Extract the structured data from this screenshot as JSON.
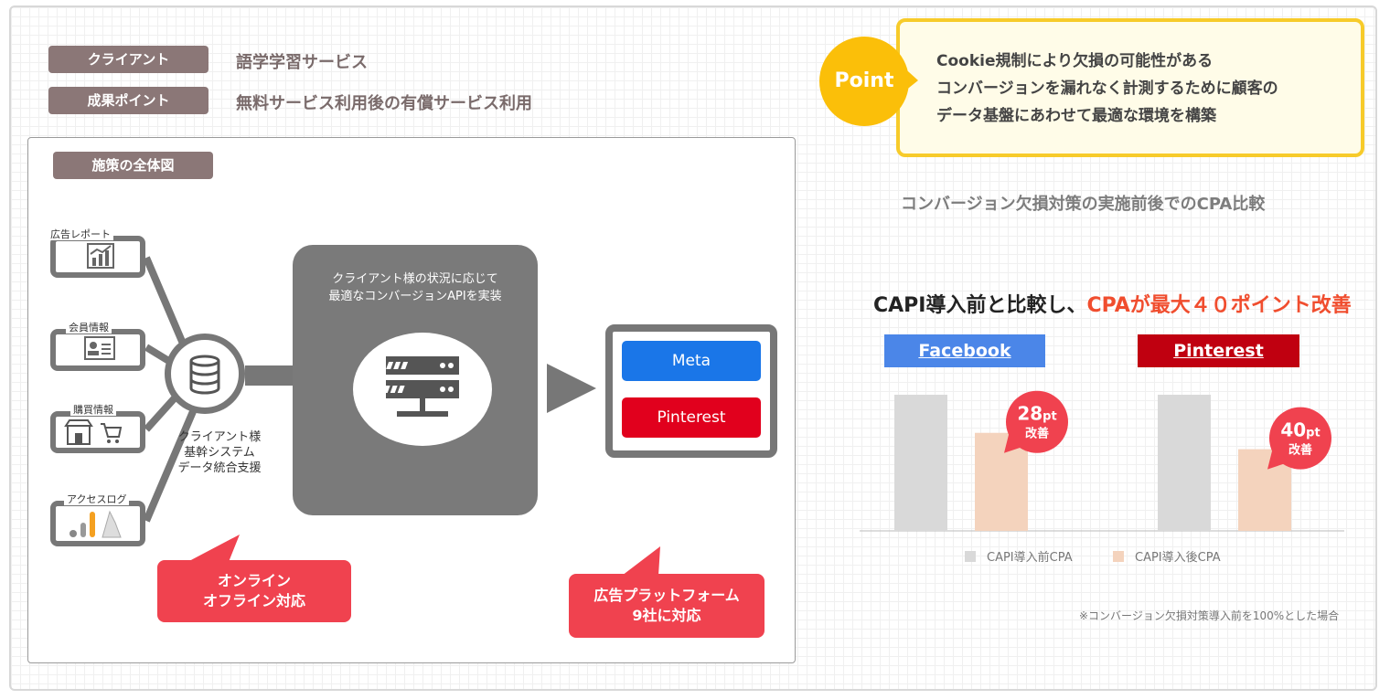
{
  "client_row": {
    "label": "クライアント",
    "value": "語学学習サービス"
  },
  "result_row": {
    "label": "成果ポイント",
    "value": "無料サービス利用後の有償サービス利用"
  },
  "diagram": {
    "title": "施策の全体図",
    "sources": [
      "広告レポート",
      "会員情報",
      "購買情報",
      "アクセスログ"
    ],
    "db_text": [
      "クライアント様",
      "基幹システム",
      "データ統合支援"
    ],
    "center_text": [
      "クライアント様の状況に応じて",
      "最適なコンバージョンAPIを実装"
    ],
    "platforms": [
      {
        "label": "Meta",
        "color": "#1a76e8"
      },
      {
        "label": "Pinterest",
        "color": "#e1001d"
      }
    ],
    "callout_left": [
      "オンライン",
      "オフライン対応"
    ],
    "callout_right": [
      "広告プラットフォーム",
      "9社に対応"
    ]
  },
  "point": {
    "badge": "Point",
    "lines": [
      "Cookie規制により欠損の可能性がある",
      "コンバージョンを漏れなく計測するために顧客の",
      "データ基盤にあわせて最適な環境を構築"
    ],
    "accent": "#f7cb2a"
  },
  "chart_data": {
    "type": "bar",
    "title": "コンバージョン欠損対策の実施前後でのCPA比較",
    "headline_prefix": "CAPI導入前と比較し、",
    "headline_highlight": "CPAが最大４０ポイント改善",
    "categories": [
      "Facebook",
      "Pinterest"
    ],
    "category_colors": [
      "#4b86e8",
      "#c00010"
    ],
    "series": [
      {
        "name": "CAPI導入前CPA",
        "values": [
          100,
          100
        ],
        "color": "#d9d9d9"
      },
      {
        "name": "CAPI導入後CPA",
        "values": [
          72,
          60
        ],
        "color": "#f4d3bd"
      }
    ],
    "ylim": [
      0,
      100
    ],
    "annotations": [
      {
        "num": "28",
        "unit": "pt",
        "text": "改善"
      },
      {
        "num": "40",
        "unit": "pt",
        "text": "改善"
      }
    ],
    "annotation_color": "#f0424f",
    "footnote": "※コンバージョン欠損対策導入前を100%とした場合"
  }
}
